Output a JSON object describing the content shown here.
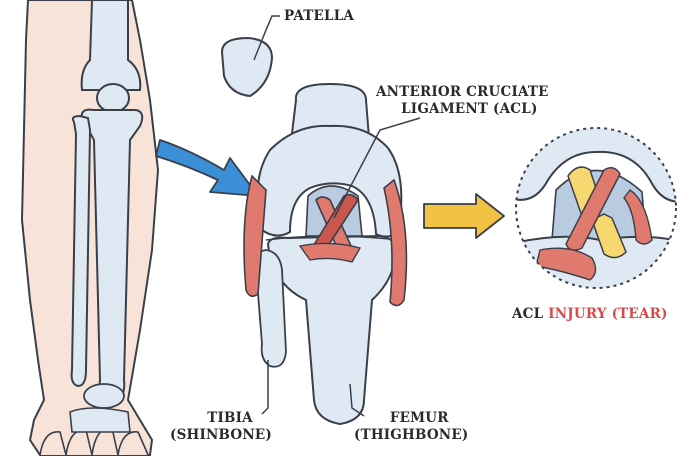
{
  "labels": {
    "patella": "PATELLA",
    "acl_line1": "ANTERIOR CRUCIATE",
    "acl_line2": "LIGAMENT (ACL)",
    "tibia_line1": "TIBIA",
    "tibia_line2": "(SHINBONE)",
    "femur_line1": "FEMUR",
    "femur_line2": "(THIGHBONE)",
    "injury_acl": "ACL",
    "injury_word": "INJURY (TEAR)"
  },
  "colors": {
    "outline": "#3a3f4a",
    "bone": "#dfe9f4",
    "bone_shadow": "#b9cbe0",
    "skin": "#f8e3d8",
    "ligament": "#e07a6e",
    "ligament_dark": "#c9574f",
    "blue_arrow": "#3a8fd6",
    "yellow_arrow": "#f2c244",
    "tear_yellow": "#f6d770",
    "injury_red": "#d84a4a"
  }
}
